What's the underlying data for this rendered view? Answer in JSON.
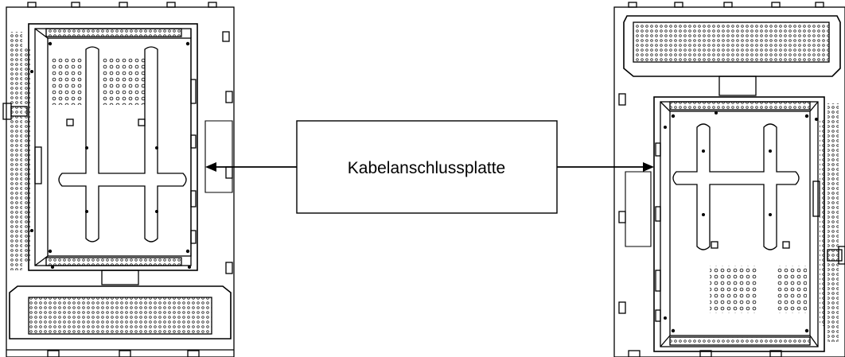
{
  "diagram": {
    "callout_label": "Kabelanschlussplatte",
    "stroke_color": "#000000",
    "background_color": "#ffffff",
    "left_monitor": {
      "orientation": "ventilated-panel-at-bottom"
    },
    "right_monitor": {
      "orientation": "ventilated-panel-at-top"
    }
  }
}
